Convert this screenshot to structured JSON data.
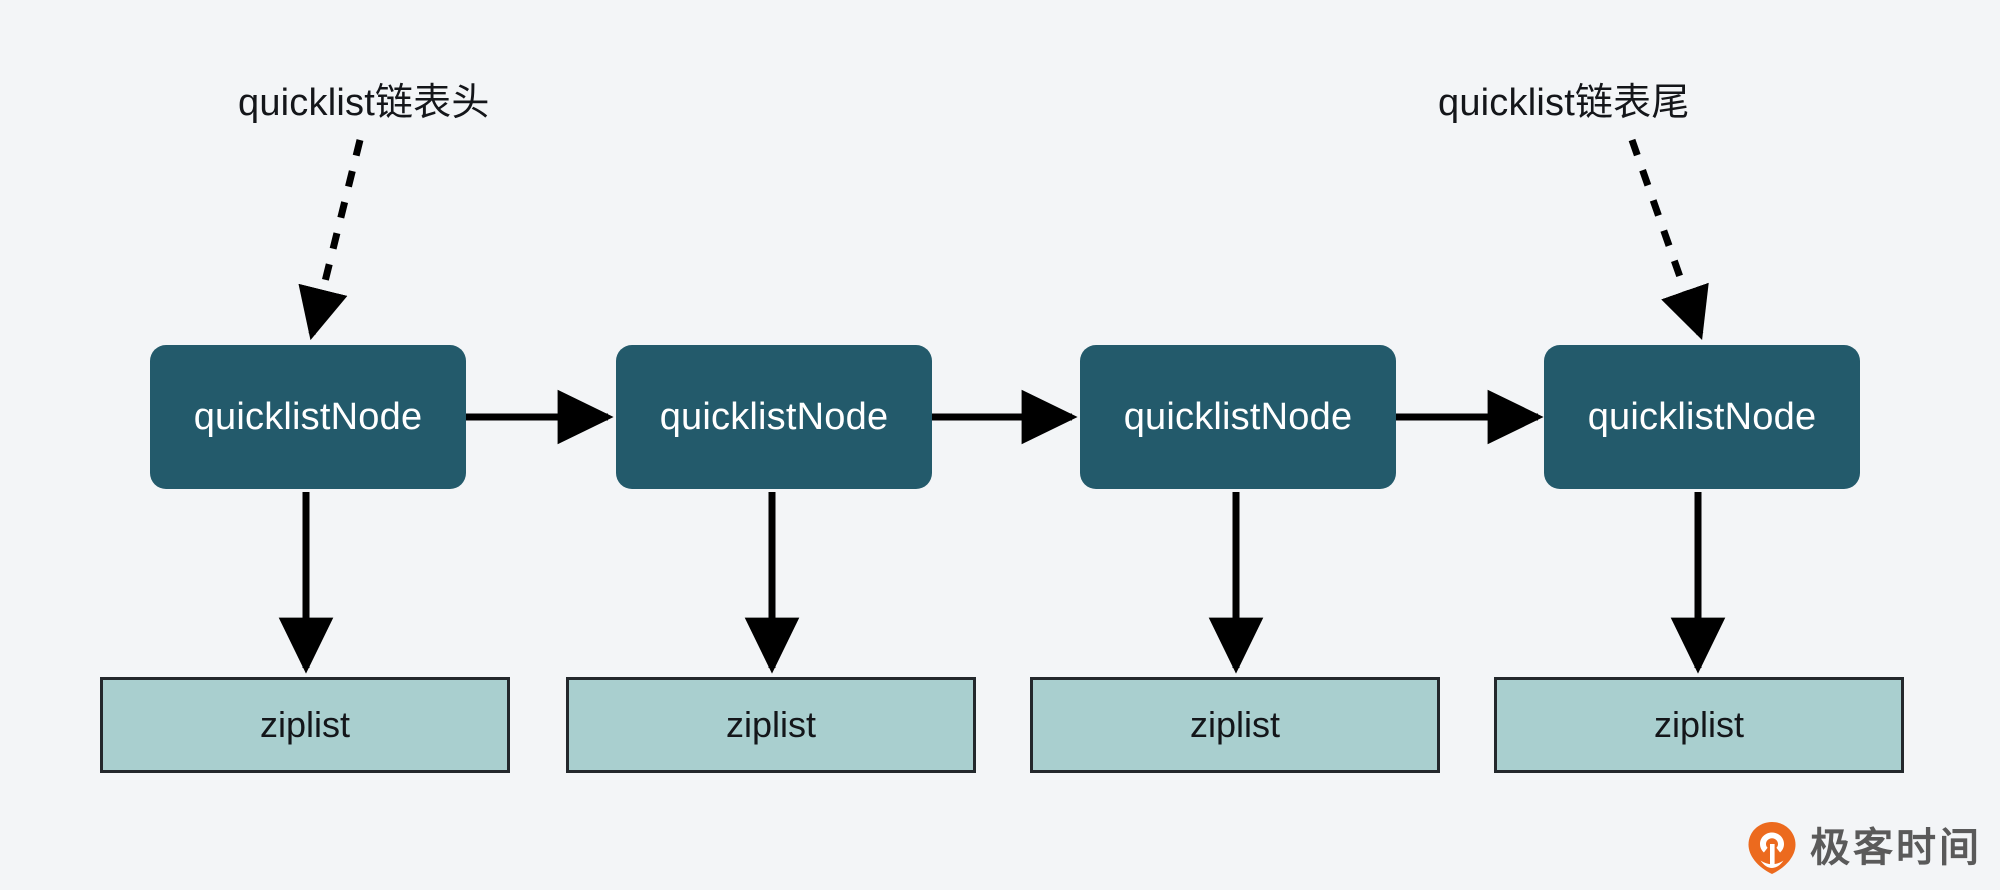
{
  "diagram": {
    "title": "quicklist structure",
    "background_color": "#f3f5f7",
    "node_color": "#235A6B",
    "ziplist_color": "#a9cfcf",
    "ziplist_border_color": "#23282c",
    "arrow_color": "#000000",
    "brand_accent_color": "#ec6a1e"
  },
  "annotations": {
    "head_label": "quicklist链表头",
    "tail_label": "quicklist链表尾"
  },
  "nodes": [
    {
      "label": "quicklistNode"
    },
    {
      "label": "quicklistNode"
    },
    {
      "label": "quicklistNode"
    },
    {
      "label": "quicklistNode"
    }
  ],
  "ziplists": [
    {
      "label": "ziplist"
    },
    {
      "label": "ziplist"
    },
    {
      "label": "ziplist"
    },
    {
      "label": "ziplist"
    }
  ],
  "branding": {
    "name": "极客时间",
    "logo_icon": "geektime-logo-icon"
  }
}
